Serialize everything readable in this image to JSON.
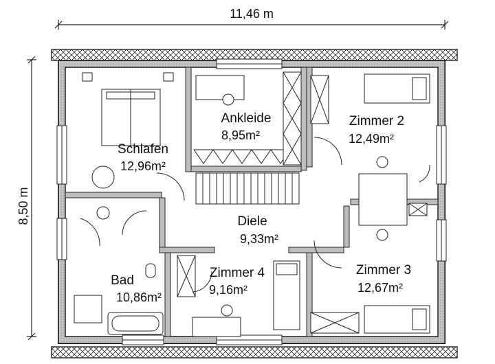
{
  "dimensions": {
    "width": "11,46 m",
    "height": "8,50 m"
  },
  "rooms": [
    {
      "name": "Schlafen",
      "area": "12,96m²"
    },
    {
      "name": "Ankleide",
      "area": "8,95m²"
    },
    {
      "name": "Zimmer 2",
      "area": "12,49m²"
    },
    {
      "name": "Diele",
      "area": "9,33m²"
    },
    {
      "name": "Bad",
      "area": "10,86m²"
    },
    {
      "name": "Zimmer 4",
      "area": "9,16m²"
    },
    {
      "name": "Zimmer 3",
      "area": "12,67m²"
    }
  ],
  "colors": {
    "wall_outer": "#2b2b2b",
    "wall_fill": "#b9b9b9",
    "line": "#222222"
  }
}
